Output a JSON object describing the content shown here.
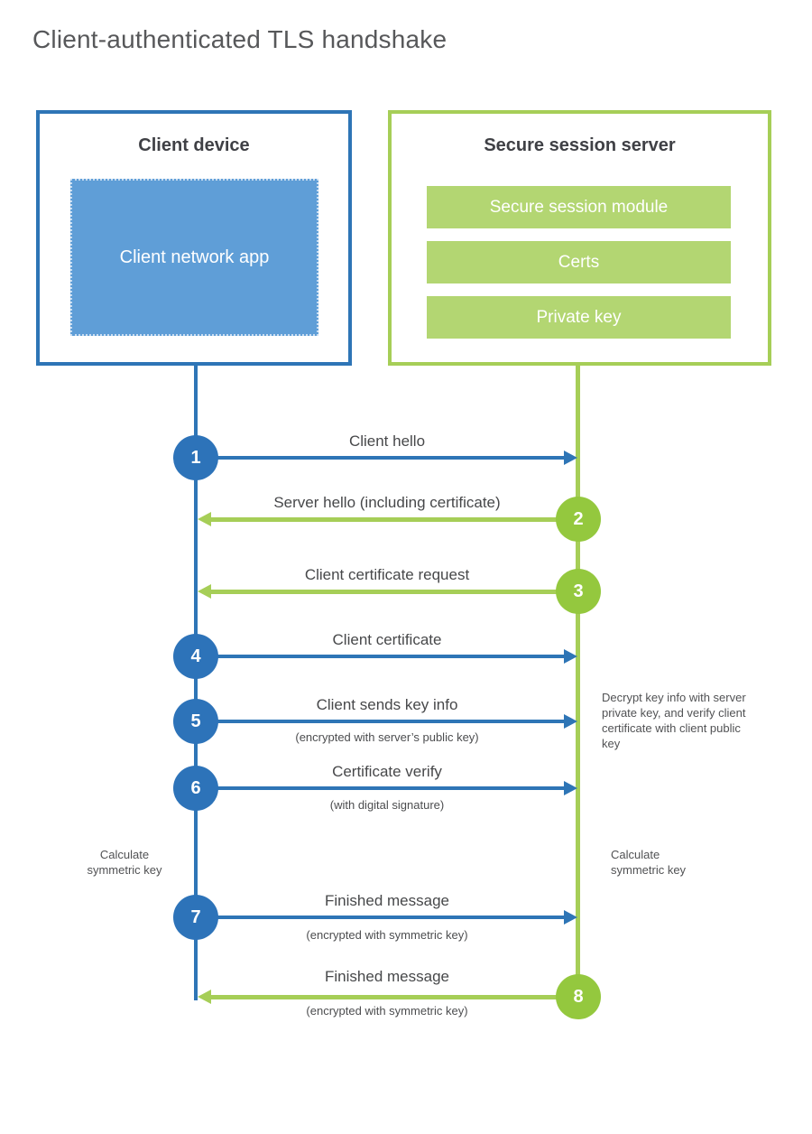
{
  "title": "Client-authenticated TLS handshake",
  "colors": {
    "blue_line": "#2e75b6",
    "blue_circle": "#2d73b9",
    "blue_fill": "#5f9ed7",
    "green_line": "#a6ce57",
    "green_circle": "#94c83e",
    "green_fill": "#b3d672"
  },
  "client": {
    "title": "Client device",
    "app_label": "Client network app"
  },
  "server": {
    "title": "Secure session server",
    "modules": [
      "Secure session module",
      "Certs",
      "Private key"
    ]
  },
  "steps": [
    {
      "num": "1",
      "from": "client",
      "label": "Client hello",
      "sublabel": ""
    },
    {
      "num": "2",
      "from": "server",
      "label": "Server hello (including certificate)",
      "sublabel": ""
    },
    {
      "num": "3",
      "from": "server",
      "label": "Client certificate request",
      "sublabel": ""
    },
    {
      "num": "4",
      "from": "client",
      "label": "Client certificate",
      "sublabel": ""
    },
    {
      "num": "5",
      "from": "client",
      "label": "Client sends key info",
      "sublabel": "(encrypted with server’s public key)"
    },
    {
      "num": "6",
      "from": "client",
      "label": "Certificate verify",
      "sublabel": "(with digital signature)"
    },
    {
      "num": "7",
      "from": "client",
      "label": "Finished message",
      "sublabel": "(encrypted with symmetric key)"
    },
    {
      "num": "8",
      "from": "server",
      "label": "Finished message",
      "sublabel": "(encrypted with symmetric key)"
    }
  ],
  "annotations": {
    "server_note": "Decrypt key info with server private key, and verify client certificate with client public key",
    "client_calc": "Calculate symmetric key",
    "server_calc": "Calculate symmetric key"
  }
}
